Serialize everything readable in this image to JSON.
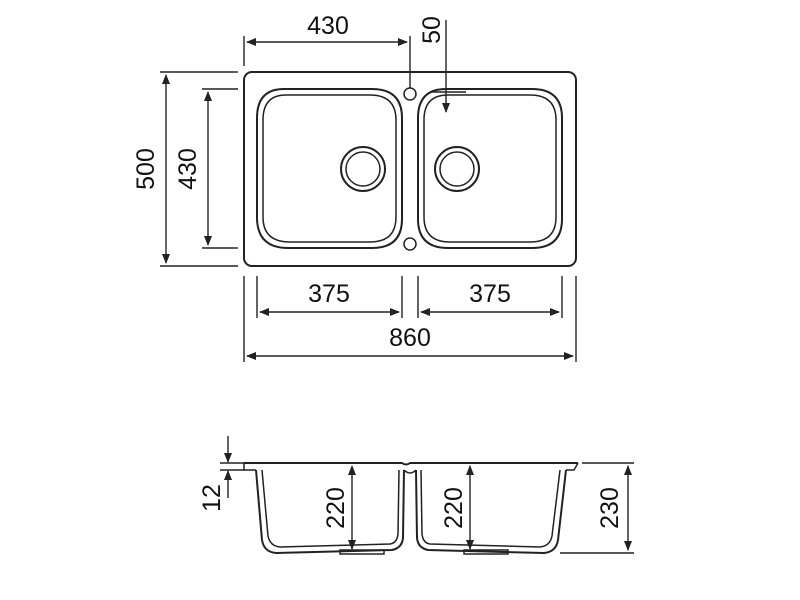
{
  "top_view": {
    "dims": {
      "bowl_center_offset": "430",
      "faucet_offset": "50",
      "overall_depth": "500",
      "bowl_depth": "430",
      "left_bowl_width": "375",
      "right_bowl_width": "375",
      "overall_width": "860"
    }
  },
  "section_view": {
    "dims": {
      "rim_thickness": "12",
      "left_bowl_depth": "220",
      "right_bowl_depth": "220",
      "overall_height": "230"
    }
  }
}
